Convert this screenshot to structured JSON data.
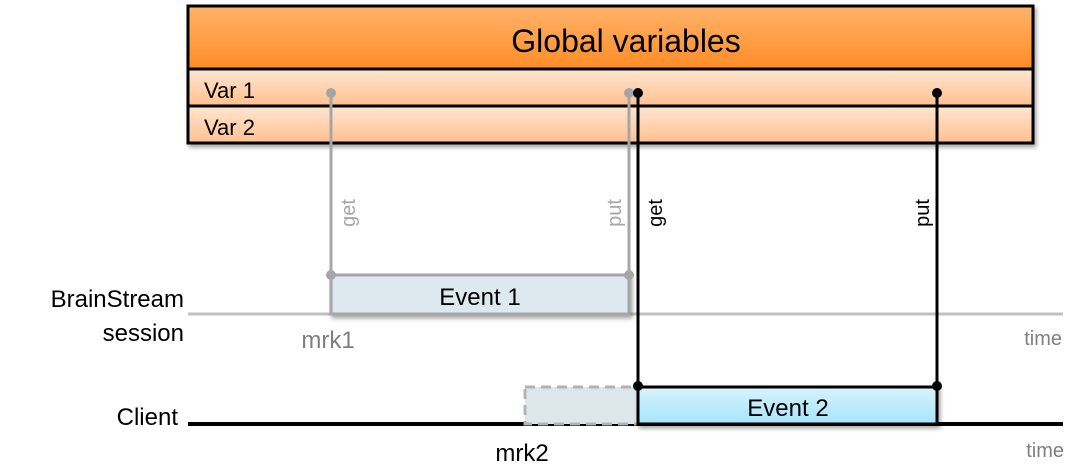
{
  "colors": {
    "header_top": "#ffb36b",
    "header_bottom": "#ff8c26",
    "var_top": "#ffe6d2",
    "var_bottom": "#ffc08e",
    "gray": "#a6a6a6",
    "gray_text": "#7f7f7f",
    "event1_fill": "#dde9ef",
    "event2_top": "#d8f3fd",
    "event2_bottom": "#a6e4fb",
    "black": "#000000"
  },
  "globals": {
    "title": "Global variables",
    "vars": [
      "Var 1",
      "Var 2"
    ]
  },
  "lanes": {
    "session": {
      "label_line1": "BrainStream",
      "label_line2": "session",
      "time_label": "time"
    },
    "client": {
      "label": "Client",
      "time_label": "time"
    }
  },
  "events": {
    "event1": {
      "label": "Event 1",
      "marker": "mrk1",
      "get_label": "get",
      "put_label": "put"
    },
    "event2": {
      "label": "Event 2",
      "marker": "mrk2",
      "get_label": "get",
      "put_label": "put"
    }
  }
}
